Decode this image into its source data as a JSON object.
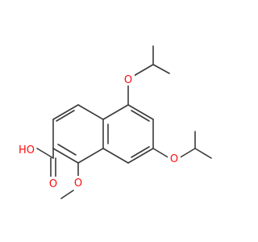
{
  "colors": {
    "bond": "#3a3a3a",
    "oxygen": "#ff0d0d",
    "background": "#ffffff"
  },
  "atoms": {
    "oh_label": "HO",
    "carbonyl_o_label": "O",
    "methoxy_o_label": "O",
    "ether_o_top_label": "O",
    "ether_o_right_label": "O"
  }
}
